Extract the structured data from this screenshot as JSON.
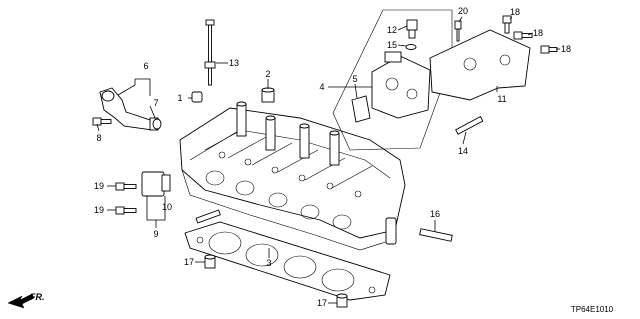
{
  "diagram": {
    "callouts": [
      "1",
      "2",
      "3",
      "4",
      "5",
      "6",
      "7",
      "8",
      "9",
      "10",
      "11",
      "12",
      "13",
      "14",
      "15",
      "16",
      "16",
      "17",
      "17",
      "18",
      "18",
      "18",
      "19",
      "19",
      "20"
    ],
    "front_label": "FR.",
    "diagram_code": "TP64E1010"
  }
}
